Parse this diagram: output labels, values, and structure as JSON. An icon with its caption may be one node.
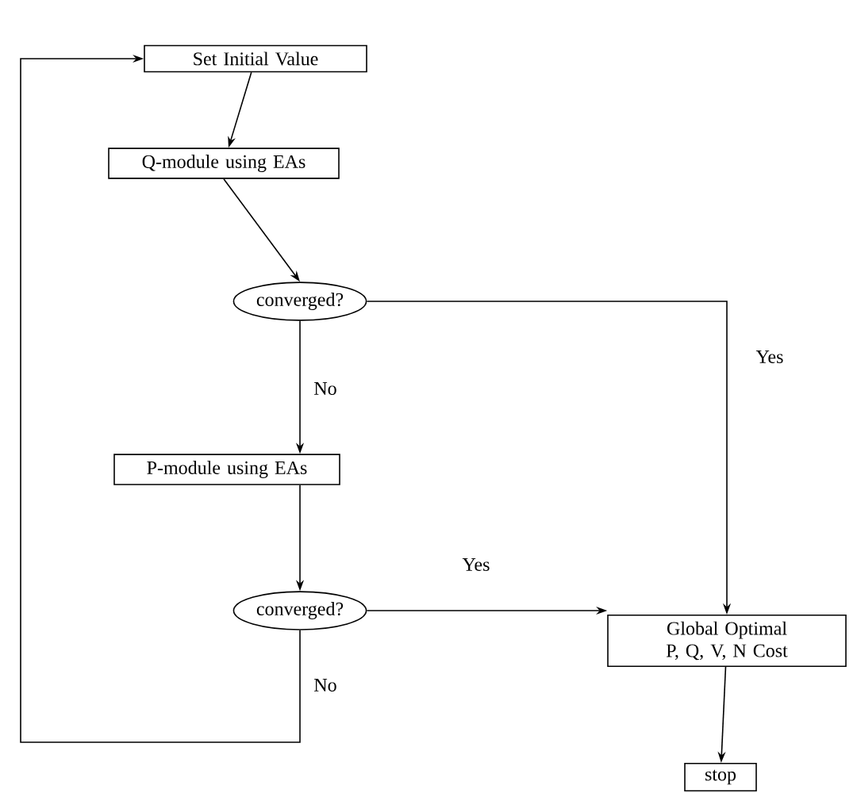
{
  "diagram": {
    "nodes": [
      {
        "text": [
          "Set Initial Value"
        ]
      },
      {
        "text": [
          "Q-module using EAs"
        ]
      },
      {
        "text": [
          "converged?"
        ]
      },
      {
        "text": [
          "P-module using EAs"
        ]
      },
      {
        "text": [
          "converged?"
        ]
      },
      {
        "text": [
          "Global Optimal P, Q, V, N Cost"
        ]
      },
      {
        "text": [
          "stop"
        ]
      }
    ],
    "edges": [
      {
        "from": 0,
        "to": 1,
        "arrow": "to"
      },
      {
        "from": 1,
        "to": 2,
        "arrow": "to"
      },
      {
        "from": 2,
        "to": 3,
        "arrow": "to",
        "label": "No"
      },
      {
        "from": 2,
        "to": 5,
        "arrow": "to",
        "label": "Yes"
      },
      {
        "from": 3,
        "to": 4,
        "arrow": "to"
      },
      {
        "from": 4,
        "to": 5,
        "arrow": "to",
        "label": "Yes"
      },
      {
        "from": 4,
        "to": 0,
        "arrow": "to",
        "label": "No"
      },
      {
        "from": 5,
        "to": 6,
        "arrow": "to"
      }
    ]
  }
}
